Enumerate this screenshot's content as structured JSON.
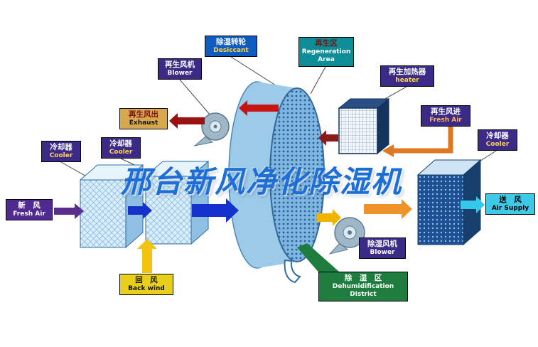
{
  "watermark": "邢台新风净化除湿机",
  "colors": {
    "purple_label": "#3b2b86",
    "blue_label": "#0f5cc0",
    "teal_label": "#0d8d97",
    "tan_label": "#d8a84e",
    "cyan_label": "#3fc9e8",
    "yellow_label": "#e8cf1c",
    "green_label": "#1e7c3e",
    "watermark_blue": "#1d6fd6",
    "process_arrow_blue": "#1533cc",
    "regen_arrow_red": "#c81414",
    "heat_arrow_orange": "#e07820",
    "return_arrow_yellow": "#f2c40f"
  },
  "labels": {
    "regen_blower": {
      "zh": "再生风机",
      "en": "Blower"
    },
    "desiccant_wheel": {
      "zh": "除湿转轮",
      "en": "Desiccant"
    },
    "regen_area": {
      "zh": "再生区",
      "en": "Regeneration Area"
    },
    "regen_heater": {
      "zh": "再生加热器",
      "en": "heater"
    },
    "regen_exhaust": {
      "zh": "再生风出",
      "en": "Exhaust"
    },
    "cooler_left": {
      "zh": "冷却器",
      "en": "Cooler"
    },
    "cooler_mid": {
      "zh": "冷却器",
      "en": "Cooler"
    },
    "cooler_right": {
      "zh": "冷却器",
      "en": "Cooler"
    },
    "regen_air_in": {
      "zh": "再生风进",
      "en": "Fresh Air"
    },
    "fresh_air_in": {
      "zh": "新　风",
      "en": "Fresh Air"
    },
    "air_supply": {
      "zh": "送　风",
      "en": "Air Supply"
    },
    "back_wind": {
      "zh": "回　风",
      "en": "Back wind"
    },
    "dehumid_blower": {
      "zh": "除湿风机",
      "en": "Blower"
    },
    "dehumid_district": {
      "zh": "除　湿　区",
      "en": "Dehumidification District"
    }
  }
}
